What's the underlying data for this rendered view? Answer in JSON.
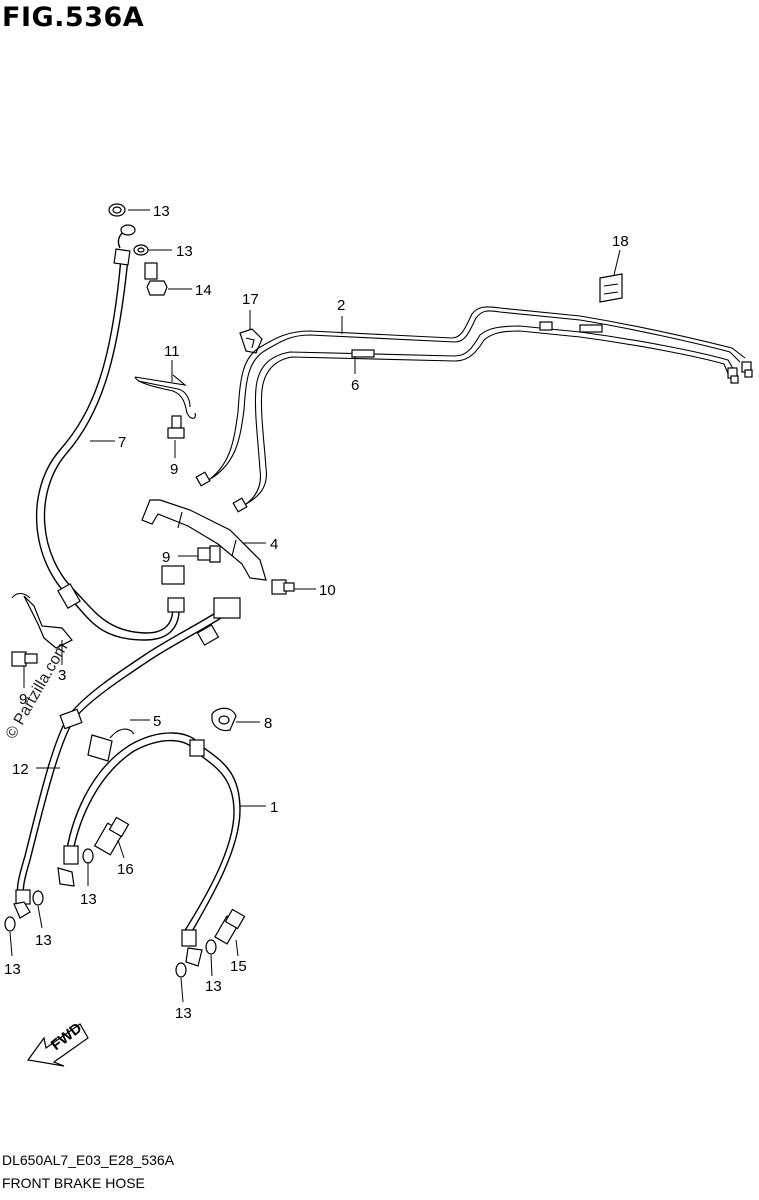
{
  "figure": {
    "title": "FIG.536A",
    "model_code": "DL650AL7_E03_E28_536A",
    "caption": "FRONT BRAKE HOSE",
    "watermark": "© Partzilla.com",
    "forward_label": "FWD"
  },
  "callouts": [
    {
      "id": "c13a",
      "label": "13"
    },
    {
      "id": "c13b",
      "label": "13"
    },
    {
      "id": "c14",
      "label": "14"
    },
    {
      "id": "c17",
      "label": "17"
    },
    {
      "id": "c2",
      "label": "2"
    },
    {
      "id": "c18",
      "label": "18"
    },
    {
      "id": "c11",
      "label": "11"
    },
    {
      "id": "c6",
      "label": "6"
    },
    {
      "id": "c7",
      "label": "7"
    },
    {
      "id": "c9a",
      "label": "9"
    },
    {
      "id": "c4",
      "label": "4"
    },
    {
      "id": "c9b",
      "label": "9"
    },
    {
      "id": "c10",
      "label": "10"
    },
    {
      "id": "c3",
      "label": "3"
    },
    {
      "id": "c9c",
      "label": "9"
    },
    {
      "id": "c5",
      "label": "5"
    },
    {
      "id": "c8",
      "label": "8"
    },
    {
      "id": "c12",
      "label": "12"
    },
    {
      "id": "c1",
      "label": "1"
    },
    {
      "id": "c16",
      "label": "16"
    },
    {
      "id": "c13c",
      "label": "13"
    },
    {
      "id": "c13d",
      "label": "13"
    },
    {
      "id": "c13e",
      "label": "13"
    },
    {
      "id": "c15",
      "label": "15"
    },
    {
      "id": "c13f",
      "label": "13"
    },
    {
      "id": "c13g",
      "label": "13"
    }
  ]
}
